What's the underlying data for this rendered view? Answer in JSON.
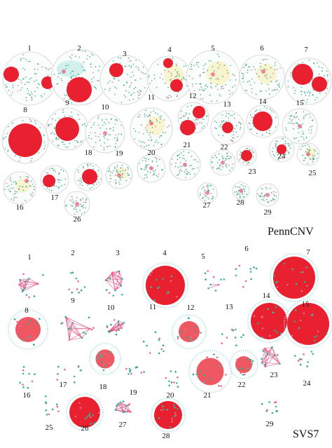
{
  "colors": {
    "hub": "#e8202f",
    "edge": "#e0457a",
    "node_green": "#39a77a",
    "node_teal": "#3fb5a8",
    "node_pink": "#e86a8a",
    "halo_yellow": "#f2e27a",
    "halo_cyan": "#9fe0dc",
    "outline": "#cfcfcf"
  },
  "panels": [
    {
      "label": "PennCNV",
      "modules": [
        {
          "id": "1"
        },
        {
          "id": "2"
        },
        {
          "id": "3"
        },
        {
          "id": "4"
        },
        {
          "id": "5"
        },
        {
          "id": "6"
        },
        {
          "id": "7"
        },
        {
          "id": "8"
        },
        {
          "id": "9"
        },
        {
          "id": "10"
        },
        {
          "id": "11"
        },
        {
          "id": "12"
        },
        {
          "id": "13"
        },
        {
          "id": "14"
        },
        {
          "id": "15"
        },
        {
          "id": "16"
        },
        {
          "id": "17"
        },
        {
          "id": "18"
        },
        {
          "id": "19"
        },
        {
          "id": "20"
        },
        {
          "id": "21"
        },
        {
          "id": "22"
        },
        {
          "id": "23"
        },
        {
          "id": "24"
        },
        {
          "id": "25"
        },
        {
          "id": "26"
        },
        {
          "id": "27"
        },
        {
          "id": "28"
        },
        {
          "id": "29"
        }
      ]
    },
    {
      "label": "SVS7",
      "modules": [
        {
          "id": "1"
        },
        {
          "id": "2"
        },
        {
          "id": "3"
        },
        {
          "id": "4"
        },
        {
          "id": "5"
        },
        {
          "id": "6"
        },
        {
          "id": "7"
        },
        {
          "id": "8"
        },
        {
          "id": "9"
        },
        {
          "id": "10"
        },
        {
          "id": "11"
        },
        {
          "id": "12"
        },
        {
          "id": "13"
        },
        {
          "id": "14"
        },
        {
          "id": "15"
        },
        {
          "id": "16"
        },
        {
          "id": "17"
        },
        {
          "id": "18"
        },
        {
          "id": "19"
        },
        {
          "id": "20"
        },
        {
          "id": "21"
        },
        {
          "id": "22"
        },
        {
          "id": "23"
        },
        {
          "id": "24"
        },
        {
          "id": "25"
        },
        {
          "id": "26"
        },
        {
          "id": "27"
        },
        {
          "id": "28"
        },
        {
          "id": "29"
        }
      ]
    }
  ]
}
